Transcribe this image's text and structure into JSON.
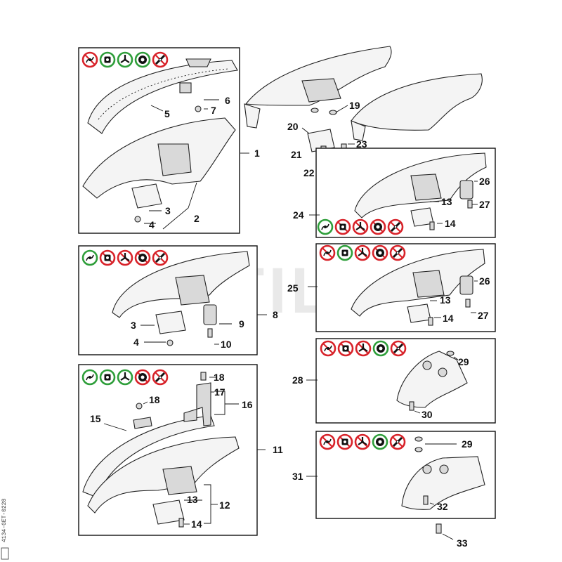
{
  "callouts": {
    "n1": "1",
    "n2": "2",
    "n3": "3",
    "n4": "4",
    "n5": "5",
    "n6": "6",
    "n7": "7",
    "n8": "8",
    "n9": "9",
    "n10": "10",
    "n11": "11",
    "n12": "12",
    "n13": "13",
    "n14": "14",
    "n15": "15",
    "n16": "16",
    "n17": "17",
    "n18": "18",
    "n19": "19",
    "n20": "20",
    "n21": "21",
    "n22": "22",
    "n23": "23",
    "n24": "24",
    "n25": "25",
    "n26": "26",
    "n27": "27",
    "n28": "28",
    "n29": "29",
    "n30": "30",
    "n31": "31",
    "n32": "32",
    "n33": "33"
  },
  "watermark": "OUTILERS",
  "side_code": "4134-GET-0228",
  "colors": {
    "red": "#d8232a",
    "green": "#2e9e3a",
    "ink": "#111111"
  }
}
